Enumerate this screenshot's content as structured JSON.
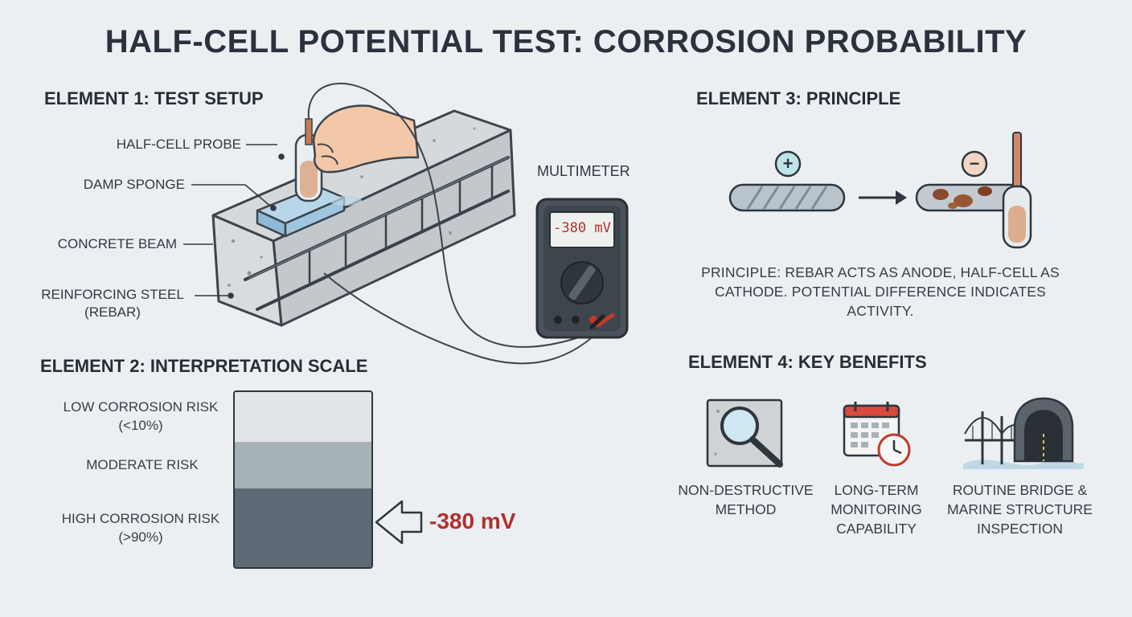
{
  "title": "HALF-CELL POTENTIAL TEST: CORROSION PROBABILITY",
  "element1": {
    "heading": "ELEMENT 1: TEST SETUP",
    "labels": {
      "probe": "HALF-CELL PROBE",
      "sponge": "DAMP SPONGE",
      "beam": "CONCRETE BEAM",
      "rebar_line1": "REINFORCING STEEL",
      "rebar_line2": "(REBAR)"
    },
    "multimeter_label": "MULTIMETER",
    "multimeter_reading": "-380 mV"
  },
  "element2": {
    "heading": "ELEMENT 2: INTERPRETATION SCALE",
    "levels": [
      {
        "line1": "LOW CORROSION RISK",
        "line2": "(<10%)",
        "color": "#e2e5e8"
      },
      {
        "line1": "MODERATE RISK",
        "line2": "",
        "color": "#a7b1b8"
      },
      {
        "line1": "HIGH CORROSION RISK",
        "line2": "(>90%)",
        "color": "#5d6a75"
      }
    ],
    "reading": "-380 mV"
  },
  "element3": {
    "heading": "ELEMENT 3: PRINCIPLE",
    "plus_symbol": "+",
    "minus_symbol": "−",
    "text_line1": "PRINCIPLE: REBAR ACTS AS ANODE, HALF-CELL AS",
    "text_line2": "CATHODE. POTENTIAL DIFFERENCE INDICATES",
    "text_line3": "ACTIVITY."
  },
  "element4": {
    "heading": "ELEMENT 4: KEY BENEFITS",
    "benefits": [
      {
        "icon": "magnifier-icon",
        "line1": "NON-DESTRUCTIVE",
        "line2": "METHOD",
        "line3": ""
      },
      {
        "icon": "calendar-clock-icon",
        "line1": "LONG-TERM",
        "line2": "MONITORING",
        "line3": "CAPABILITY"
      },
      {
        "icon": "bridge-tunnel-icon",
        "line1": "ROUTINE BRIDGE &",
        "line2": "MARINE STRUCTURE",
        "line3": "INSPECTION"
      }
    ]
  }
}
